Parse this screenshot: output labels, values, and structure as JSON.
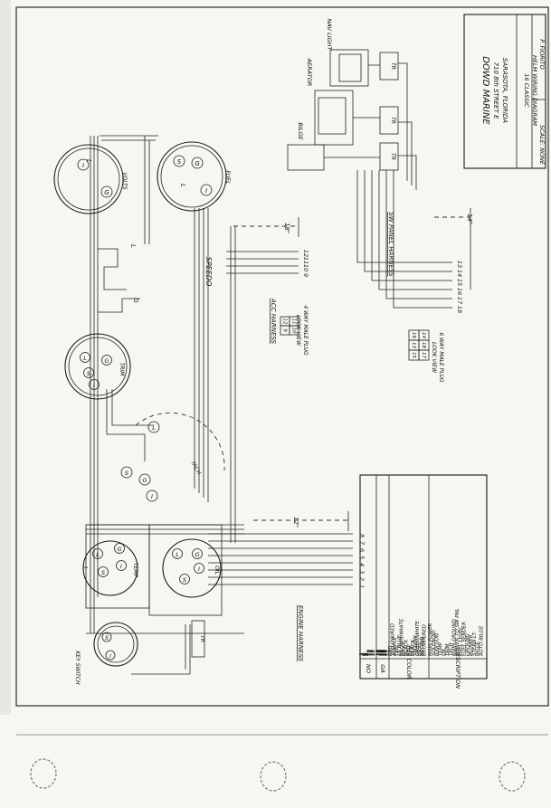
{
  "title_block": {
    "company": "DOWD MARINE",
    "address": "710 8th STREET E",
    "city": "SARASOTA, FLORIDA",
    "model": "16 CLASSIC",
    "drawing": "HELM WIRING DIAGRAM",
    "scale_label": "SCALE: NONE",
    "drawn_by": "P. FIORITO"
  },
  "gauges": {
    "volts": {
      "label": "VOLTS",
      "pins": [
        "G",
        "I"
      ]
    },
    "fuel": {
      "label": "FUEL",
      "pins": [
        "S",
        "G",
        "I"
      ]
    },
    "trim": {
      "label": "TRIM",
      "pins": [
        "L",
        "S",
        "G",
        "I"
      ]
    },
    "tach": {
      "label": "TACH",
      "pins": [
        "L",
        "S",
        "G",
        "I"
      ]
    },
    "temp": {
      "label": "TEMP",
      "pins": [
        "L",
        "S",
        "G",
        "I"
      ]
    },
    "oil": {
      "label": "OIL",
      "pins": [
        "L",
        "S",
        "G",
        "I"
      ]
    },
    "key": {
      "label": "KEY SWITCH",
      "pins": [
        "S",
        "I"
      ]
    }
  },
  "labels": {
    "speedo": "SPEEDO",
    "acc_harness": "ACC HARNESS",
    "engine_harness": "ENGINE HARNESS",
    "sw_panel_harness": "SW PANEL HARNESS",
    "bilge": "BILGE",
    "aerator": "AERATOR",
    "nav_light": "NAV LIGHT",
    "tr": "TR",
    "l": "L",
    "g": "G",
    "wire_18": "18\"",
    "wire_14": "14\"",
    "wire_12": "12\"",
    "acc_plug_view": "LOOK VIEW",
    "acc_plug_desc": "4 WAY MALE PLUG",
    "sw_plug_view": "LOOK VIEW",
    "sw_plug_desc": "6 WAY MALE PLUG"
  },
  "engine_terminals": [
    "1",
    "2",
    "3",
    "4",
    "5",
    "6",
    "7",
    "8"
  ],
  "acc_terminals": [
    "9",
    "10",
    "11",
    "12"
  ],
  "sw_terminals": [
    "13",
    "14",
    "15",
    "16",
    "17",
    "18"
  ],
  "acc_plug_cells": [
    "12",
    "11",
    "9",
    "10"
  ],
  "sw_plug_cells": [
    "16",
    "14",
    "13",
    "18",
    "15",
    "17"
  ],
  "wire_table": {
    "headers": [
      "NO",
      "GA",
      "COLOR",
      "DESCRIPTION"
    ],
    "rows": [
      [
        "1",
        "10",
        "RED",
        "MAIN POWER"
      ],
      [
        "2",
        "16",
        "YELLOW/RED",
        "SOLENOID"
      ],
      [
        "3",
        "16",
        "PURPLE",
        "IGNITION"
      ],
      [
        "4",
        "16",
        "TAN",
        "TEMP"
      ],
      [
        "5",
        "16",
        "LT. BLUE",
        "OIL"
      ],
      [
        "6",
        "16",
        "BROWN/WHITE",
        "TRIM"
      ],
      [
        "7",
        "16",
        "GRAY",
        "TACH"
      ],
      [
        "8",
        "10",
        "BLACK",
        "MAIN GROUND"
      ],
      [
        "9",
        "10",
        "RED",
        "POWER TO SW PNL"
      ],
      [
        "10",
        "16",
        "PINK",
        "FUEL LEVEL"
      ],
      [
        "11",
        "16",
        "BLACK",
        "FUEL SENDER"
      ],
      [
        "12",
        "16",
        "YELLOW",
        "GROUND"
      ],
      [
        "13",
        "16",
        "GREEN/WHITE",
        "BLOWER"
      ],
      [
        "14",
        "16",
        "GRAY",
        "STERN LT."
      ],
      [
        "15",
        "16",
        "BROWN",
        "BILGE"
      ],
      [
        "16",
        "16",
        "BROWN/RED",
        "AUTO BILGE"
      ]
    ]
  }
}
